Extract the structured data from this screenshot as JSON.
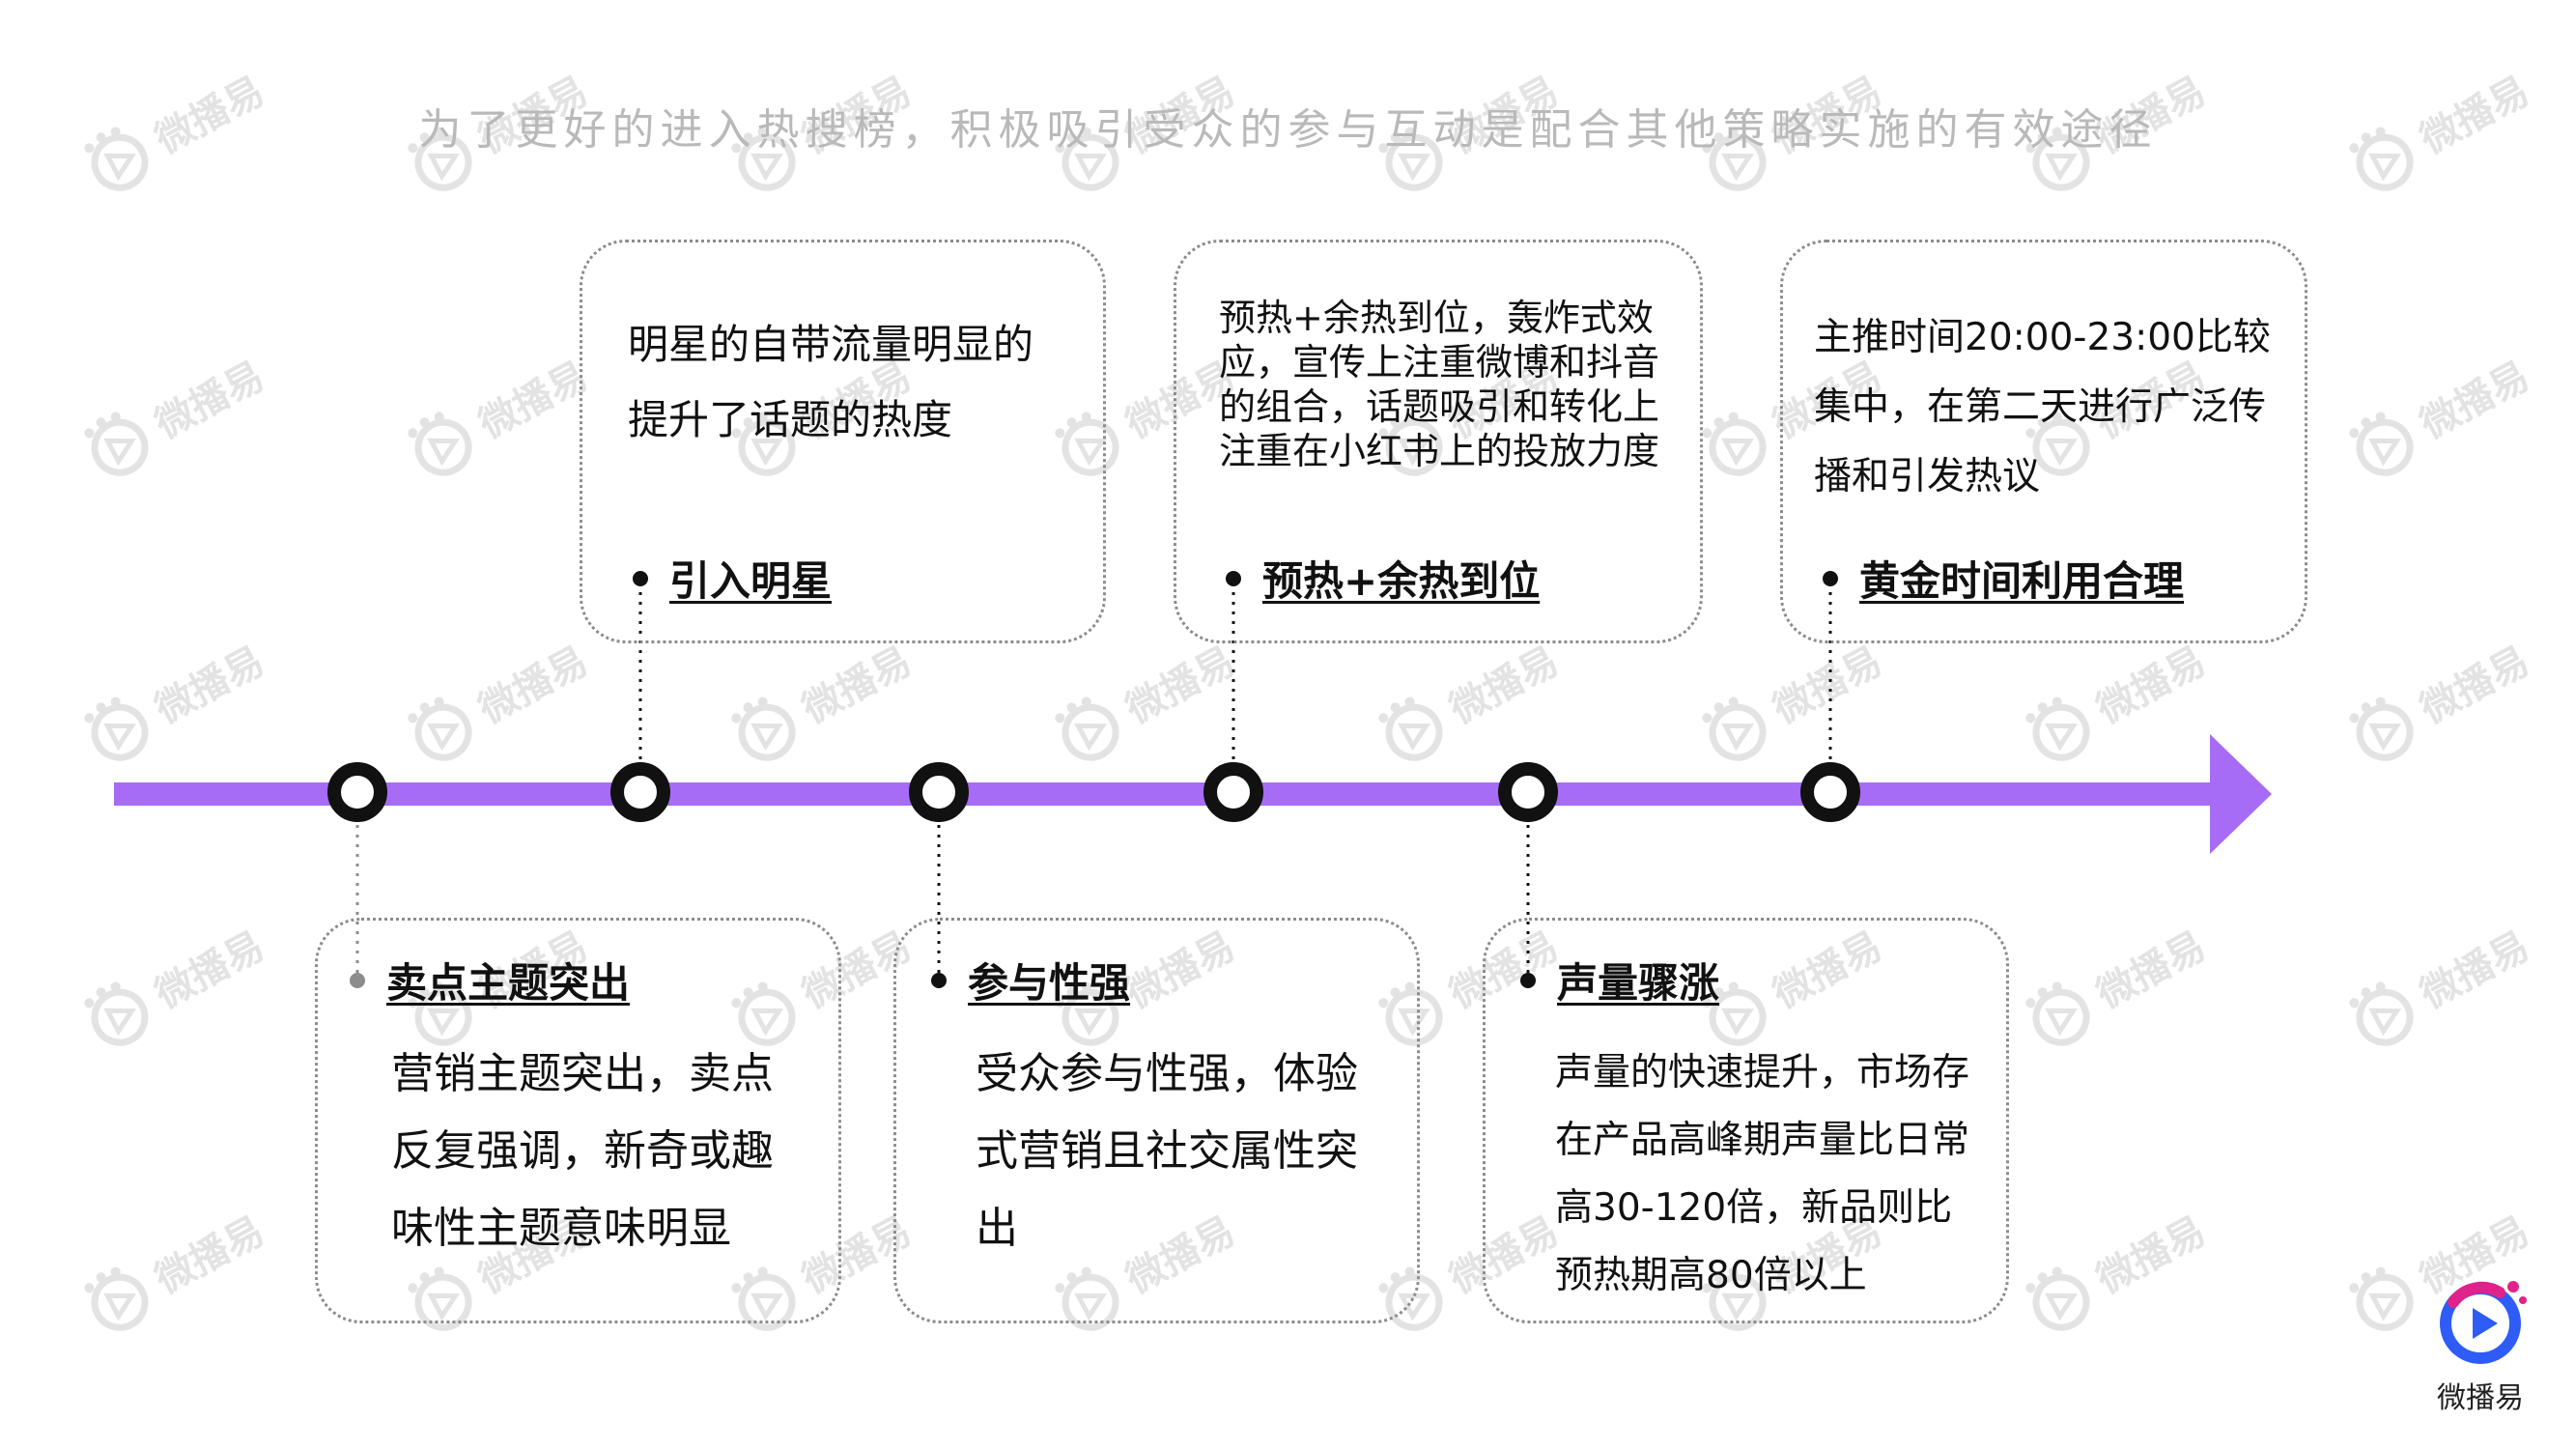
{
  "header": {
    "subtitle": "为了更好的进入热搜榜，积极吸引受众的参与互动是配合其他策略实施的有效途径"
  },
  "colors": {
    "arrow": "#a66cf5",
    "node_fill": "#ffffff",
    "node_stroke": "#111111",
    "card_border": "#8c8c8c",
    "subtitle": "#b9b9b9",
    "logo_accent": "#2f5cf6",
    "logo_accent_2": "#e0238a"
  },
  "timeline": {
    "top_cards": [
      {
        "title": "引入明星",
        "body": [
          "明星的自带流量明显的",
          "提升了话题的热度"
        ]
      },
      {
        "title": "预热+余热到位",
        "body": [
          "预热+余热到位，轰炸式效",
          "应，宣传上注重微博和抖音",
          "的组合，话题吸引和转化上",
          "注重在小红书上的投放力度"
        ]
      },
      {
        "title": "黄金时间利用合理",
        "body": [
          "主推时间20:00-23:00比较",
          "集中，在第二天进行广泛传",
          "播和引发热议"
        ]
      }
    ],
    "bottom_cards": [
      {
        "title": "卖点主题突出",
        "body": [
          "营销主题突出，卖点",
          "反复强调，新奇或趣",
          "味性主题意味明显"
        ]
      },
      {
        "title": "参与性强",
        "body": [
          "受众参与性强，体验",
          "式营销且社交属性突",
          "出"
        ]
      },
      {
        "title": "声量骤涨",
        "body": [
          "声量的快速提升，市场存",
          "在产品高峰期声量比日常",
          "高30-120倍，新品则比",
          "预热期高80倍以上"
        ]
      }
    ]
  },
  "watermark": {
    "text": "微播易",
    "icon": "play-badge-icon"
  },
  "logo": {
    "text": "微播易",
    "icon": "play-logo-icon"
  }
}
